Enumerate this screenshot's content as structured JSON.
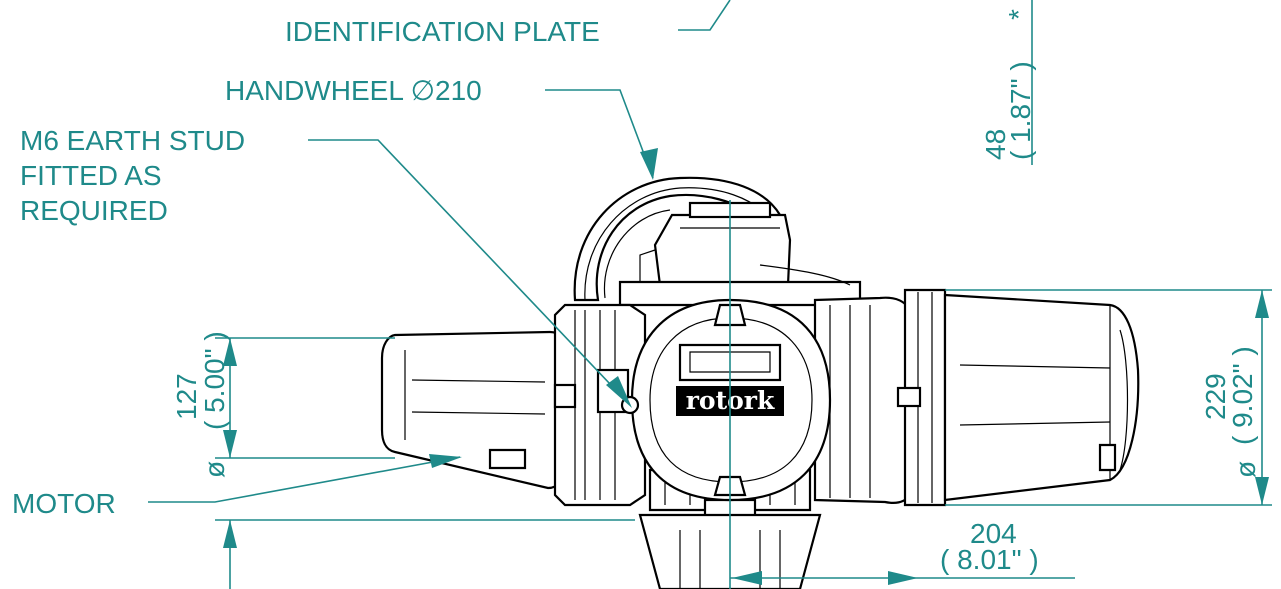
{
  "labels": {
    "identification_plate": "IDENTIFICATION PLATE",
    "handwheel": "HANDWHEEL ∅210",
    "earth_stud_line1": "M6 EARTH STUD",
    "earth_stud_line2": "FITTED AS",
    "earth_stud_line3": "REQUIRED",
    "motor": "MOTOR",
    "brand": "rotork"
  },
  "dimensions": {
    "top_right": {
      "mm": "48",
      "inch": "( 1.87\" )",
      "suffix": "*"
    },
    "left": {
      "mm": "127",
      "inch": "( 5.00\" )",
      "symbol": "ø"
    },
    "right": {
      "mm": "229",
      "inch": "( 9.02\" )",
      "symbol": "ø"
    },
    "bottom": {
      "mm": "204",
      "inch": "( 8.01\" )"
    }
  },
  "colors": {
    "dimension": "#1f8a8a",
    "line": "#000000"
  }
}
